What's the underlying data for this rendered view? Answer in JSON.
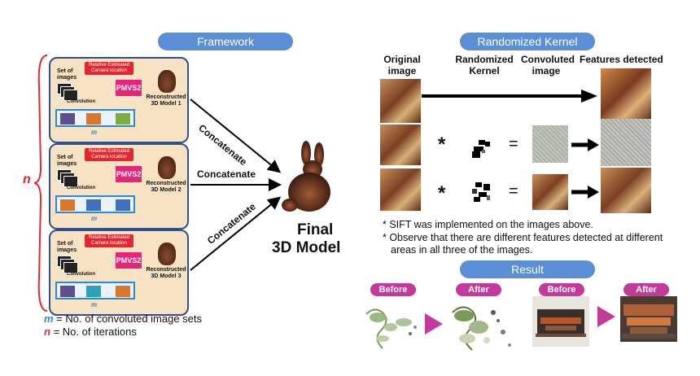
{
  "framework": {
    "title": "Framework",
    "panels": [
      {
        "set_label": "Set of images",
        "camera_label": "Relative Estimated Camera location",
        "pmvs": "PMVS2",
        "conv": "Convolution",
        "recon": "Reconstructed 3D Model 1",
        "m": "m"
      },
      {
        "set_label": "Set of images",
        "camera_label": "Relative Estimated Camera location",
        "pmvs": "PMVS2",
        "conv": "Convolution",
        "recon": "Reconstructed 3D Model 2",
        "m": "m"
      },
      {
        "set_label": "Set of images",
        "camera_label": "Relative Estimated Camera location",
        "pmvs": "PMVS2",
        "conv": "Convolution",
        "recon": "Reconstructed 3D Model 3",
        "m": "m"
      }
    ],
    "n_label": "n",
    "concat_label": "Concatenate",
    "final_line1": "Final",
    "final_line2": "3D Model",
    "legend_m_sym": "m",
    "legend_m_text": " = No. of convoluted image sets",
    "legend_n_sym": "n",
    "legend_n_text": " = No. of iterations",
    "colors": {
      "panel_bg": "#f7e3c3",
      "panel_border": "#2f4f8f",
      "pmvs": "#e4257a",
      "n_red": "#e3262f",
      "m_blue": "#2a8ad8"
    }
  },
  "kernel": {
    "title": "Randomized Kernel",
    "col_original": "Original image",
    "col_kernel": "Randomized Kernel",
    "col_conv": "Convoluted image",
    "col_features": "Features detected",
    "ops": {
      "star": "*",
      "eq": "="
    },
    "note1": "* SIFT was implemented on the images above.",
    "note2": "* Observe that there are different features detected at different areas in all three of the images."
  },
  "result": {
    "title": "Result",
    "before": "Before",
    "after": "After",
    "colors": {
      "tag": "#c23a9a",
      "arrow": "#c23a9a"
    }
  }
}
